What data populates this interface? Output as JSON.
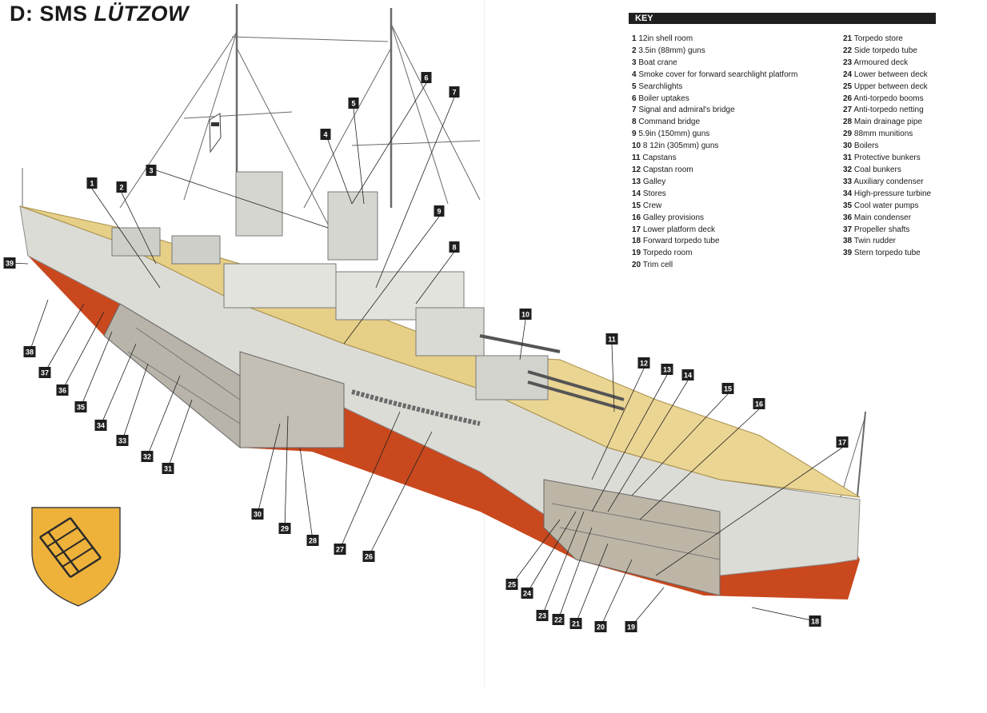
{
  "title": {
    "prefix": "D: SMS ",
    "name": "LÜTZOW"
  },
  "key": {
    "header": "KEY",
    "col1": [
      {
        "n": "1",
        "t": "12in shell room"
      },
      {
        "n": "2",
        "t": "3.5in (88mm) guns"
      },
      {
        "n": "3",
        "t": "Boat crane"
      },
      {
        "n": "4",
        "t": "Smoke cover for forward searchlight platform"
      },
      {
        "n": "5",
        "t": "Searchlights"
      },
      {
        "n": "6",
        "t": "Boiler uptakes"
      },
      {
        "n": "7",
        "t": "Signal and admiral's bridge"
      },
      {
        "n": "8",
        "t": "Command bridge"
      },
      {
        "n": "9",
        "t": "5.9in (150mm) guns"
      },
      {
        "n": "10",
        "t": "8 12in (305mm) guns"
      },
      {
        "n": "11",
        "t": "Capstans"
      },
      {
        "n": "12",
        "t": "Capstan room"
      },
      {
        "n": "13",
        "t": "Galley"
      },
      {
        "n": "14",
        "t": "Stores"
      },
      {
        "n": "15",
        "t": "Crew"
      },
      {
        "n": "16",
        "t": "Galley provisions"
      },
      {
        "n": "17",
        "t": "Lower platform deck"
      },
      {
        "n": "18",
        "t": "Forward torpedo tube"
      },
      {
        "n": "19",
        "t": "Torpedo room"
      },
      {
        "n": "20",
        "t": "Trim cell"
      }
    ],
    "col2": [
      {
        "n": "21",
        "t": "Torpedo store"
      },
      {
        "n": "22",
        "t": "Side torpedo tube"
      },
      {
        "n": "23",
        "t": "Armoured deck"
      },
      {
        "n": "24",
        "t": "Lower between deck"
      },
      {
        "n": "25",
        "t": "Upper between deck"
      },
      {
        "n": "26",
        "t": "Anti-torpedo booms"
      },
      {
        "n": "27",
        "t": "Anti-torpedo netting"
      },
      {
        "n": "28",
        "t": "Main drainage pipe"
      },
      {
        "n": "29",
        "t": "88mm munitions"
      },
      {
        "n": "30",
        "t": "Boilers"
      },
      {
        "n": "31",
        "t": "Protective bunkers"
      },
      {
        "n": "32",
        "t": "Coal bunkers"
      },
      {
        "n": "33",
        "t": "Auxiliary condenser"
      },
      {
        "n": "34",
        "t": "High-pressure turbine"
      },
      {
        "n": "35",
        "t": "Cool water pumps"
      },
      {
        "n": "36",
        "t": "Main condenser"
      },
      {
        "n": "37",
        "t": "Propeller shafts"
      },
      {
        "n": "38",
        "t": "Twin rudder"
      },
      {
        "n": "39",
        "t": "Stern torpedo tube"
      }
    ]
  },
  "callouts": [
    "1",
    "2",
    "3",
    "4",
    "5",
    "6",
    "7",
    "8",
    "9",
    "10",
    "11",
    "12",
    "13",
    "14",
    "15",
    "16",
    "17",
    "18",
    "19",
    "20",
    "21",
    "22",
    "23",
    "24",
    "25",
    "26",
    "27",
    "28",
    "29",
    "30",
    "31",
    "32",
    "33",
    "34",
    "35",
    "36",
    "37",
    "38",
    "39"
  ],
  "colors": {
    "hull_red": "#c9481e",
    "hull_grey": "#dcdcd6",
    "deck": "#e6cf86",
    "shield": "#eeb23a",
    "label_bg": "#1f1f1f"
  }
}
